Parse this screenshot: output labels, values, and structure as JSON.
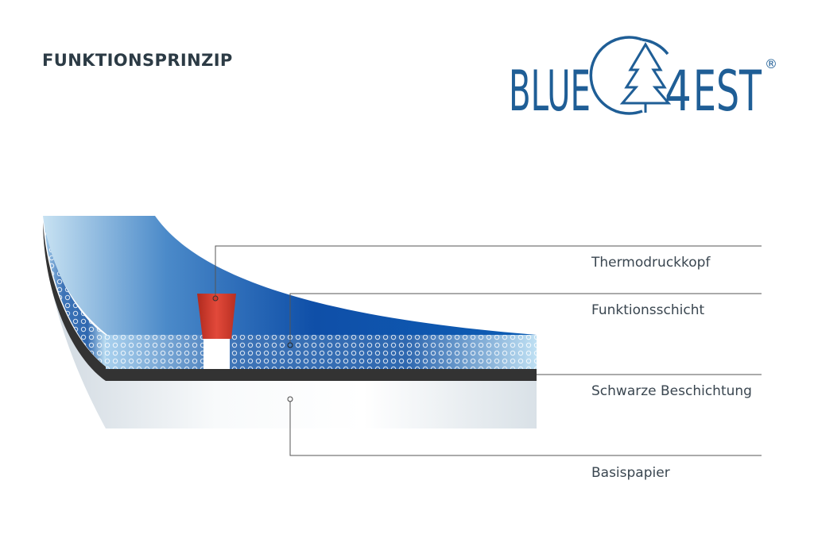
{
  "header": {
    "title": "FUNKTIONSPRINZIP"
  },
  "logo": {
    "left_text": "BLUE",
    "digit": "4",
    "right_text": "EST",
    "registered": "®",
    "brand_color": "#1f5e96",
    "icon": "tree-icon"
  },
  "layers": [
    {
      "id": "thermal-head",
      "label": "Thermodruckkopf",
      "color": "#d13a2c"
    },
    {
      "id": "functional-layer",
      "label": "Funktionsschicht",
      "color": "#3f78b8"
    },
    {
      "id": "black-coating",
      "label": "Schwarze Beschichtung",
      "color": "#333333"
    },
    {
      "id": "base-paper",
      "label": "Basispapier",
      "color": "#dfe5ea"
    }
  ],
  "colors": {
    "title": "#2c3b45",
    "leader_line": "#555555",
    "wave_dark": "#0f4fa8",
    "wave_light": "#c8e2f2"
  }
}
